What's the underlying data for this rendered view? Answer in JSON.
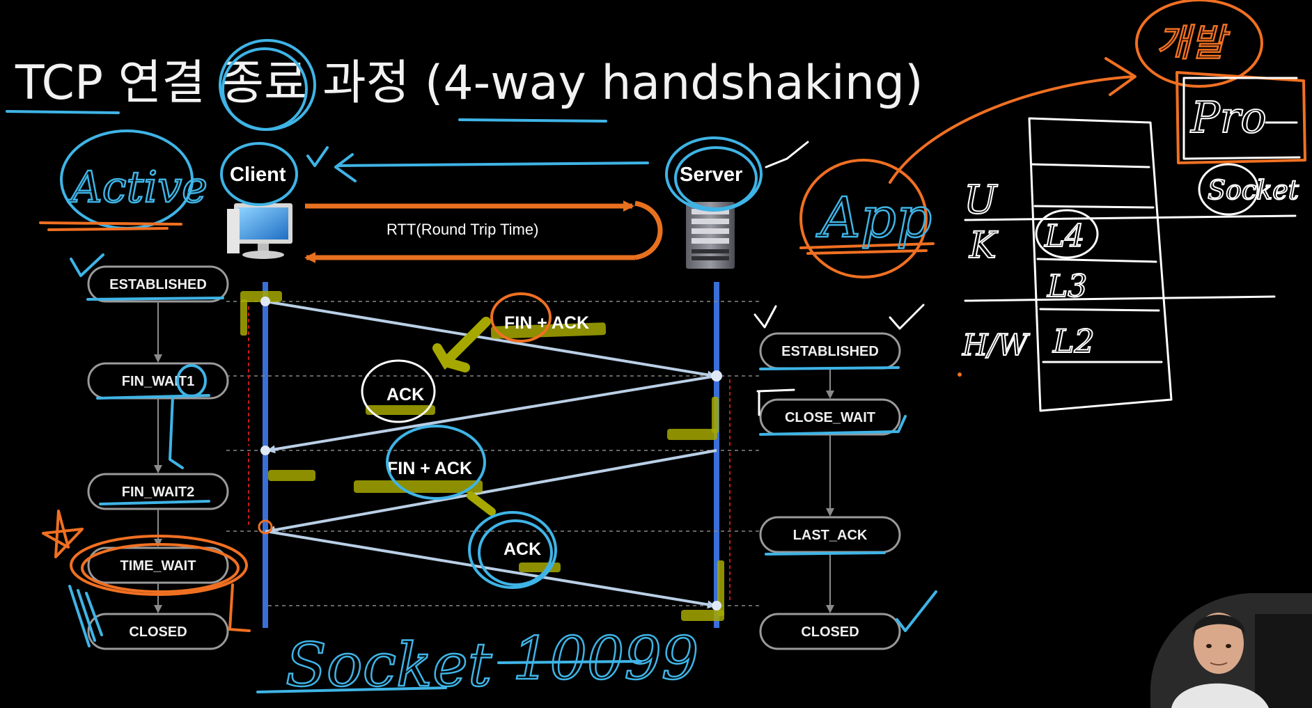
{
  "title": "TCP 연결 종료 과정 (4-way handshaking)",
  "client_label": "Client",
  "server_label": "Server",
  "rtt_label": "RTT(Round Trip Time)",
  "client_states": [
    "ESTABLISHED",
    "FIN_WAIT1",
    "FIN_WAIT2",
    "TIME_WAIT",
    "CLOSED"
  ],
  "server_states": [
    "ESTABLISHED",
    "CLOSE_WAIT",
    "LAST_ACK",
    "CLOSED"
  ],
  "messages": [
    "FIN + ACK",
    "ACK",
    "FIN + ACK",
    "ACK"
  ],
  "annotations": {
    "active": "Active",
    "app": "App",
    "socket_bottom": "Socket",
    "number_bottom": "10099",
    "stack_u": "U",
    "stack_k": "K",
    "stack_hw": "H/W",
    "layer_l4": "L4",
    "layer_l3": "L3",
    "layer_l2": "L2",
    "proc": "Pro",
    "socket_right": "Socket",
    "korean_top": "개발"
  },
  "colors": {
    "background": "#000000",
    "lifeline": "#3a6fd8",
    "rtt_arrow": "#e8711f",
    "message_arrow": "#b9cfe6",
    "state_border": "#9a9a9a",
    "pen_blue": "#3fb4e6",
    "pen_orange": "#f07022",
    "highlight": "#a6a800"
  }
}
